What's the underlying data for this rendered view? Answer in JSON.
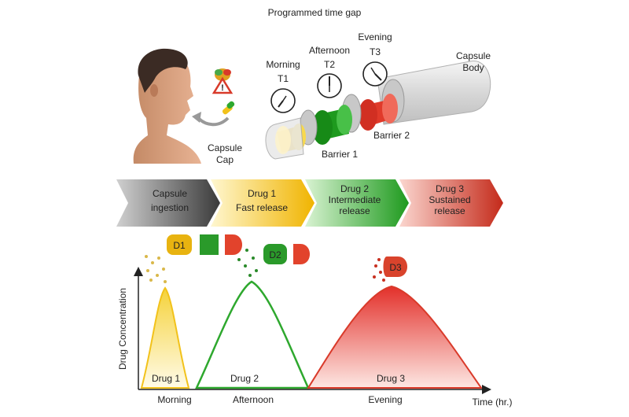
{
  "title": "Programmed time gap",
  "capsule": {
    "cap_label_1": "Capsule",
    "cap_label_2": "Cap",
    "body_label_1": "Capsule",
    "body_label_2": "Body",
    "barrier1": "Barrier 1",
    "barrier2": "Barrier 2"
  },
  "clocks": [
    {
      "period": "Morning",
      "code": "T1"
    },
    {
      "period": "Afternoon",
      "code": "T2"
    },
    {
      "period": "Evening",
      "code": "T3"
    }
  ],
  "stages": [
    {
      "line1": "Capsule",
      "line2": "ingestion",
      "line3": "",
      "color": "#6a6a6a"
    },
    {
      "line1": "Drug 1",
      "line2": "Fast release",
      "line3": "",
      "color": "#f2c21b"
    },
    {
      "line1": "Drug 2",
      "line2": "Intermediate",
      "line3": "release",
      "color": "#2ea82e"
    },
    {
      "line1": "Drug 3",
      "line2": "Sustained",
      "line3": "release",
      "color": "#d93a2a"
    }
  ],
  "pills": {
    "d1": "D1",
    "d2": "D2",
    "d3": "D3"
  },
  "chart": {
    "ylabel": "Drug Concentration",
    "xlabel": "Time (hr.)",
    "ticks": [
      "Morning",
      "Afternoon",
      "Evening"
    ],
    "peaks": [
      {
        "label": "Drug 1",
        "color": "#f2c21b"
      },
      {
        "label": "Drug 2",
        "color": "#2ea82e"
      },
      {
        "label": "Drug 3",
        "color": "#e03a2a"
      }
    ]
  }
}
